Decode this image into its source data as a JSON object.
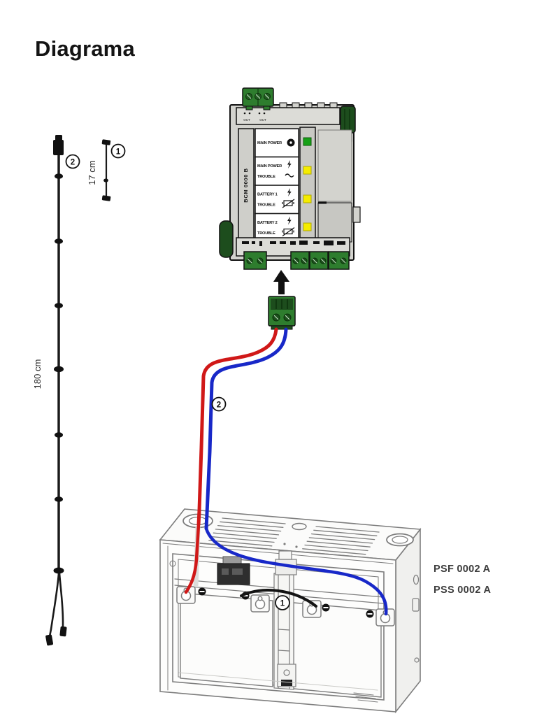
{
  "page": {
    "title": "Diagrama"
  },
  "colors": {
    "wire_red": "#d01818",
    "wire_blue": "#1828c8",
    "terminal_green": "#2e7d2e",
    "connector_dark_green": "#1d4d1d",
    "led_green": "#17a017",
    "led_yellow": "#f5ec00",
    "module_gray": "#d3d3ce",
    "outline_black": "#111111",
    "enclosure_line_gray": "#7d7d7d"
  },
  "cables": {
    "long": {
      "callout": "2",
      "length": "180 cm"
    },
    "short": {
      "callout": "1",
      "length": "17 cm"
    }
  },
  "module": {
    "model": "BCM 0000 B",
    "top_labels": {
      "out1": "OUT",
      "out2": "OUT"
    },
    "rows": [
      {
        "line1": "MAIN POWER",
        "line2": ""
      },
      {
        "line1": "MAIN POWER",
        "line2": "TROUBLE"
      },
      {
        "line1": "BATTERY 1",
        "line2": "TROUBLE"
      },
      {
        "line1": "BATTERY 2",
        "line2": "TROUBLE"
      }
    ],
    "leds": [
      "green",
      "yellow",
      "yellow",
      "yellow"
    ]
  },
  "wiring": {
    "pair_callout": "2",
    "jumper_callout": "1"
  },
  "enclosure": {
    "model_line1": "PSF 0002 A",
    "model_line2": "PSS 0002 A"
  }
}
